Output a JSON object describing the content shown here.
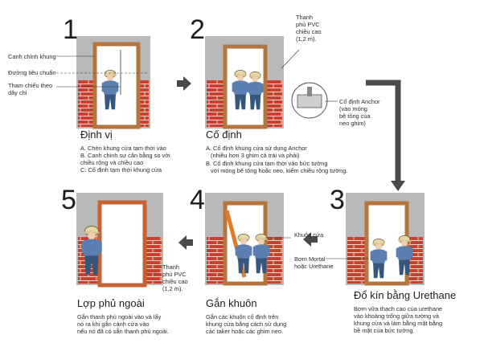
{
  "steps": [
    {
      "number": "1",
      "title": "Định vị",
      "lines": [
        "A. Chèn khung cửa tạm thời vào",
        "B. Canh chỉnh sự cân bằng so với",
        "chiều rộng và chiều cao",
        "C. Cố định tạm thời khung cửa"
      ],
      "callouts": [
        "Canh chỉnh khung",
        "Đường tiêu chuẩn",
        "Tham chiếu theo",
        "dây chỉ"
      ]
    },
    {
      "number": "2",
      "title": "Cố định",
      "lines": [
        "A. Cố định khung cửa sử dụng Anchor",
        "(nhiều hơn 3 ghim cả trái và phải)",
        "B. Cố định khung cửa tạm thời vào bức tường",
        "với móng bê tông hoặc neo, kiểm chiều rộng tường."
      ],
      "callouts": [
        "Thanh",
        "phủ PVC",
        "chiều cao",
        "(1,2 m).",
        "Cố định Anchor",
        "(vào móng",
        "bê tông của",
        "neo ghim)"
      ]
    },
    {
      "number": "3",
      "title": "Đổ kín bằng Urethane",
      "lines": [
        "Bơm vữa thạch cao của urethane",
        "vào khoảng trống giữa tường và",
        "khung cửa và làm bằng mặt bằng",
        "bề mặt của bức tường."
      ],
      "callouts": [
        "Bơm Mortal",
        "hoặc Urethane"
      ]
    },
    {
      "number": "4",
      "title": "Gắn khuôn",
      "lines": [
        "Gắn các khuôn cố định trên",
        "khung cửa bằng cách sử dụng",
        "các taker hoặc các ghim neo."
      ],
      "callouts": [
        "Khuôn cửa"
      ]
    },
    {
      "number": "5",
      "title": "Lợp phủ ngoài",
      "lines": [
        "Gắn thanh phủ ngoài vào và lấy",
        "nó ra khi gắn cánh cửa vào",
        "nếu nó đã có sẵn thanh phủ ngoài."
      ],
      "callouts": [
        "Thanh",
        "phủ PVC",
        "chiều cao",
        "(1,2 m)."
      ]
    }
  ],
  "colors": {
    "brick": "#c8402f",
    "mortar": "#f2d2c6",
    "wall": "#b9b9b9",
    "frame": "#b5753e",
    "worker_shirt": "#5b7fb0",
    "worker_pants": "#36577d",
    "helmet": "#e5d7a6",
    "arrow": "#4a4a4a"
  }
}
